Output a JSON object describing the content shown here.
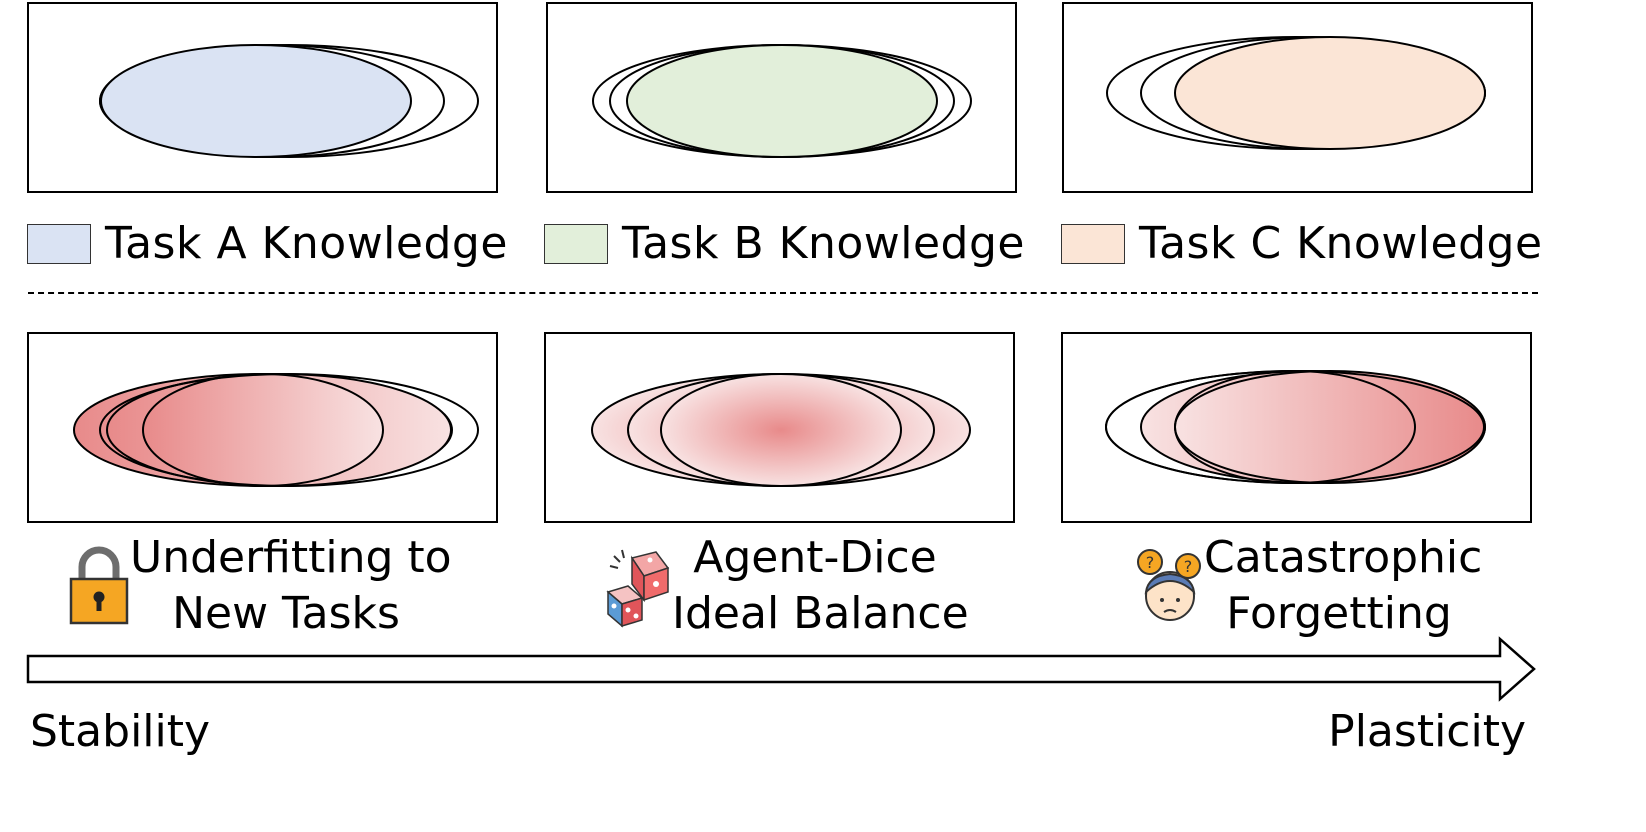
{
  "legend": [
    {
      "label": "Task A Knowledge",
      "color": "#dae3f3"
    },
    {
      "label": "Task B Knowledge",
      "color": "#e2efda"
    },
    {
      "label": "Task C Knowledge",
      "color": "#fbe5d6"
    }
  ],
  "outcomes": [
    {
      "label_line1": "Underfitting to",
      "label_line2": "New Tasks",
      "icon": "padlock-icon",
      "fill_gradient": "left-to-right",
      "color": "#e88a8a"
    },
    {
      "label_line1": "Agent-Dice",
      "label_line2": "Ideal Balance",
      "icon": "dice-icon",
      "fill_gradient": "center-out",
      "color": "#e88a8a"
    },
    {
      "label_line1": "Catastrophic",
      "label_line2": "Forgetting",
      "icon": "confused-person-icon",
      "fill_gradient": "right-to-left",
      "color": "#e88a8a"
    }
  ],
  "axis": {
    "left_label": "Stability",
    "right_label": "Plasticity"
  }
}
